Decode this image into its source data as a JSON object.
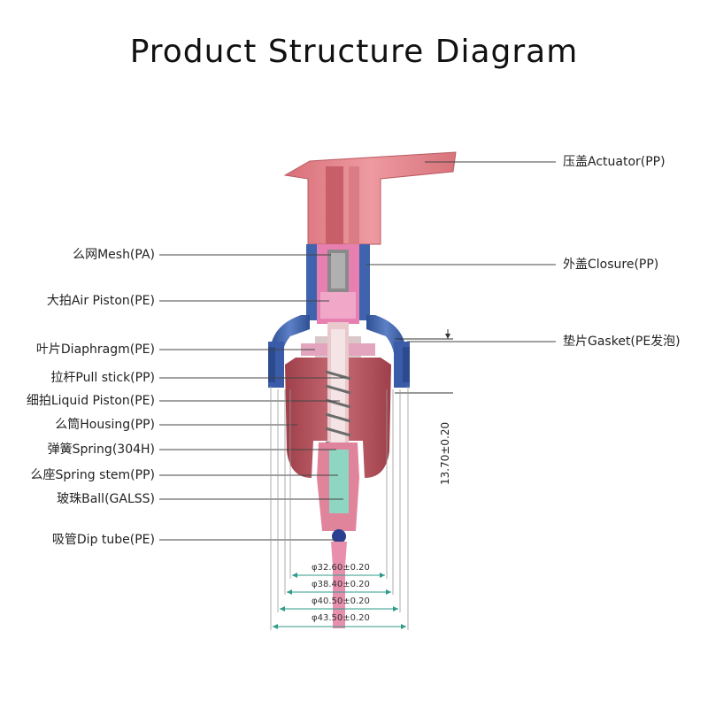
{
  "title": "Product Structure Diagram",
  "labels_left": [
    "么网Mesh(PA)",
    "大拍Air Piston(PE)",
    "叶片Diaphragm(PE)",
    "拉杆Pull stick(PP)",
    "细拍Liquid Piston(PE)",
    "么筒Housing(PP)",
    "弹簧Spring(304H)",
    "么座Spring stem(PP)",
    "玻珠Ball(GALSS)",
    "吸管Dip tube(PE)"
  ],
  "labels_right": [
    "压盖Actuator(PP)",
    "外盖Closure(PP)",
    "垫片Gasket(PE发泡)"
  ],
  "dimensions": {
    "height": "13.70±0.20",
    "widths": [
      "φ32.60±0.20",
      "φ38.40±0.20",
      "φ40.50±0.20",
      "φ43.50±0.20"
    ]
  },
  "colors": {
    "actuator": "#e0848a",
    "closure": "#4a6db5",
    "housing": "#b85560",
    "stem": "#e9a4c6",
    "spring_stem": "#8fd6c2",
    "dimension": "#2f9b8a"
  }
}
